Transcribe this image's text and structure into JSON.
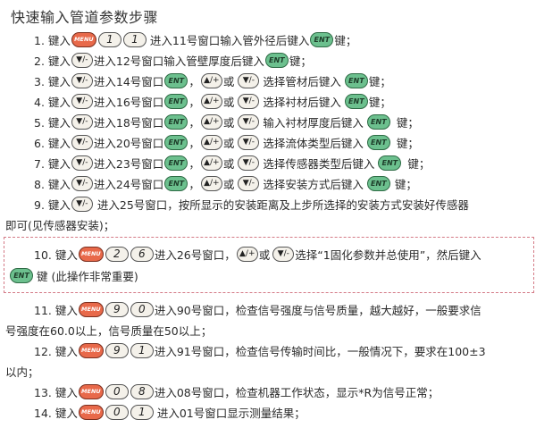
{
  "title": "快速输入管道参数步骤",
  "keys": {
    "menu": "MENU",
    "ent": "ENT",
    "down": "▼/-",
    "up": "▲/+"
  },
  "steps": [
    {
      "n": "1. 键入",
      "k1": "1",
      "k2": "1",
      "a": "进入11号窗口输入管外径后键入",
      "b": "键；"
    },
    {
      "n": "2. 键入",
      "a": "进入12号窗口输入管壁厚度后键入",
      "b": "键；"
    },
    {
      "n": "3. 键入",
      "a": "进入14号窗口",
      "c": "，",
      "or": "或",
      "d": "选择管材后键入",
      "b": "键；"
    },
    {
      "n": "4. 键入",
      "a": "进入16号窗口",
      "c": "，",
      "or": "或",
      "d": "选择衬材后键入",
      "b": "键；"
    },
    {
      "n": "5. 键入",
      "a": "进入18号窗口",
      "c": "，",
      "or": "或",
      "d": "输入衬材厚度后键入",
      "b": "键；"
    },
    {
      "n": "6. 键入",
      "a": "进入20号窗口",
      "c": "，",
      "or": "或",
      "d": "选择流体类型后键入",
      "b": "键；"
    },
    {
      "n": "7. 键入",
      "a": "进入23号窗口",
      "c": "，",
      "or": "或",
      "d": "选择传感器类型后键入",
      "b": "键；"
    },
    {
      "n": "8. 键入",
      "a": "进入24号窗口",
      "c": "，",
      "or": "或",
      "d": "选择安装方式后键入",
      "b": "键；"
    },
    {
      "n": "9. 键入",
      "a": "进入25号窗口，按所显示的安装距离及上步所选择的安装方式安装好传感器",
      "cont": "即可(见传感器安装)；"
    },
    {
      "n": "10. 键入",
      "k1": "2",
      "k2": "6",
      "a": "进入26号窗口，",
      "or": "或",
      "d": "选择“1固化参数并总使用”，然后键入",
      "b": "键 (此操作非常重要)"
    },
    {
      "n": "11. 键入",
      "k1": "9",
      "k2": "0",
      "a": "进入90号窗口，检查信号强度与信号质量，越大越好，一般要求信",
      "cont": "号强度在60.0以上，信号质量在50以上；"
    },
    {
      "n": "12. 键入",
      "k1": "9",
      "k2": "1",
      "a": "进入91号窗口，检查信号传输时间比，一般情况下，要求在100±3",
      "cont": "以内；"
    },
    {
      "n": "13. 键入",
      "k1": "0",
      "k2": "8",
      "a": "进入08号窗口，检查机器工作状态，显示*R为信号正常；"
    },
    {
      "n": "14. 键入",
      "k1": "0",
      "k2": "1",
      "a": "进入01号窗口显示测量结果；"
    }
  ]
}
